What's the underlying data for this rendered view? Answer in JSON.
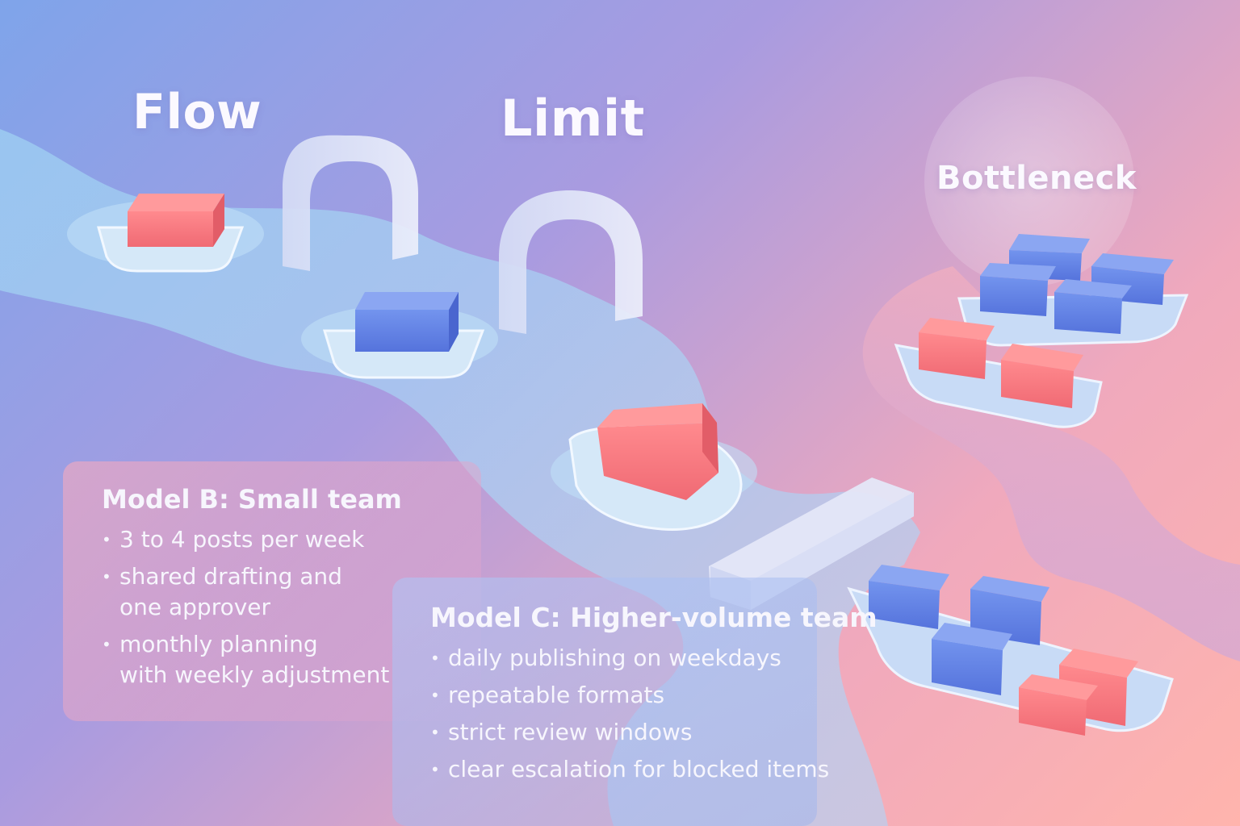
{
  "labels": {
    "flow": "Flow",
    "limit": "Limit",
    "bottleneck": "Bottleneck"
  },
  "model_b": {
    "title": "Model B: Small team",
    "bullets": [
      [
        "3 to 4 posts per week"
      ],
      [
        "shared drafting and",
        "one approver"
      ],
      [
        "monthly planning",
        "with weekly adjustment"
      ]
    ]
  },
  "model_c": {
    "title": "Model C: Higher-volume team",
    "bullets": [
      [
        "daily publishing on weekdays"
      ],
      [
        "repeatable formats"
      ],
      [
        "strict review windows"
      ],
      [
        "clear escalation for blocked items"
      ]
    ]
  },
  "colors": {
    "work_item_red": "#f46f78",
    "work_item_blue": "#5f7fe4",
    "river": "#a9d4f2",
    "tray": "#c7dcf6",
    "gate": "#dde2f7"
  },
  "icons": [
    "gate-arch-icon",
    "tray-icon",
    "work-item-block-icon",
    "bridge-icon"
  ]
}
